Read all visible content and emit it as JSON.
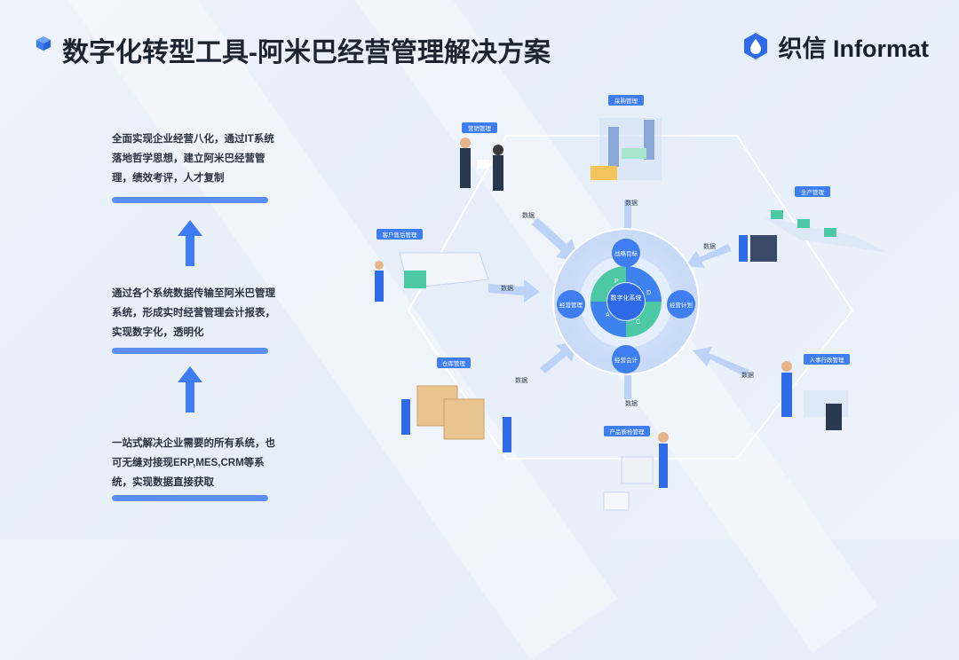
{
  "header": {
    "title": "数字化转型工具-阿米巴经营管理解决方案",
    "brand_cn": "织信",
    "brand_en": "Informat"
  },
  "steps": [
    {
      "text": "全面实现企业经营八化，通过IT系统落地哲学思想，建立阿米巴经营管理，绩效考评，人才复制"
    },
    {
      "text": "通过各个系统数据传输至阿米巴管理系统，形成实时经营管理会计报表，实现数字化，透明化"
    },
    {
      "text": "一站式解决企业需要的所有系统，也可无缝对接现ERP,MES,CRM等系统，实现数据直接获取"
    }
  ],
  "diagram": {
    "core": {
      "center": "数字化系统",
      "ring": [
        "战略目标",
        "经营计划",
        "经营会计",
        "经营管理"
      ],
      "letters": [
        "P",
        "D",
        "C",
        "A"
      ]
    },
    "nodes": [
      {
        "id": "purchase",
        "label": "采购管理"
      },
      {
        "id": "marketing",
        "label": "营销管理"
      },
      {
        "id": "production",
        "label": "生产管理"
      },
      {
        "id": "customer",
        "label": "客户售后管理"
      },
      {
        "id": "hr",
        "label": "人事行政管理"
      },
      {
        "id": "warehouse",
        "label": "仓库管理"
      },
      {
        "id": "quality",
        "label": "产品质检管理"
      }
    ],
    "flow_label": "数据"
  },
  "colors": {
    "accent": "#3d7cf4",
    "bar": "#5a8ef5",
    "core_green": "#4cc9a4",
    "core_blue": "#3e82f0"
  }
}
